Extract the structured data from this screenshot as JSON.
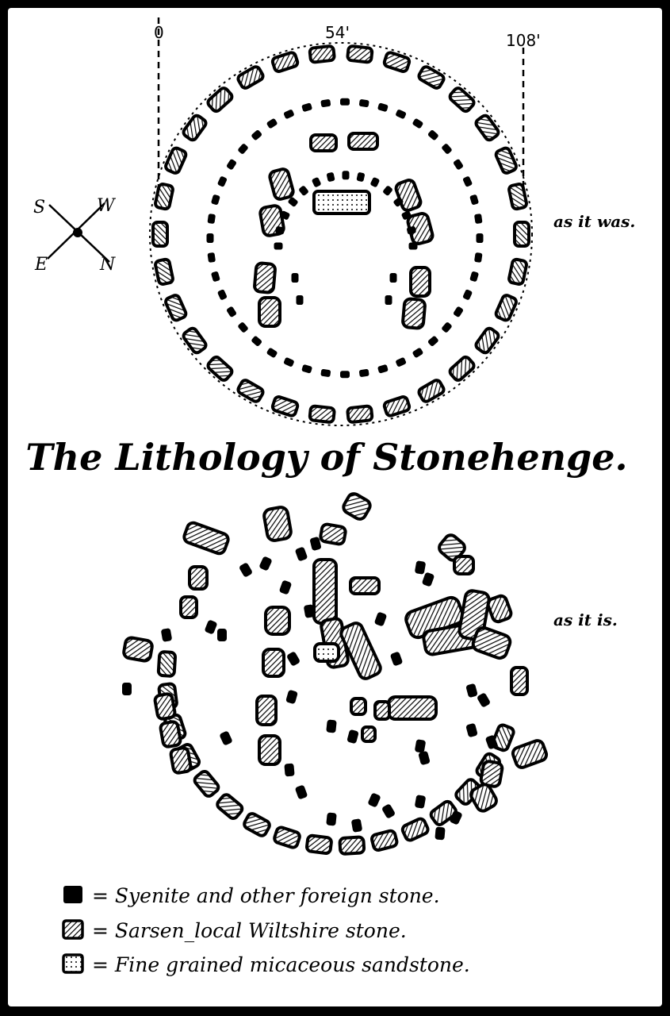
{
  "title": "The Lithology of Stonehenge.",
  "scale": {
    "labels": [
      "0",
      "54'",
      "108'"
    ]
  },
  "plans": {
    "as_it_was": {
      "label": "as it was."
    },
    "as_it_is": {
      "label": "as it is."
    }
  },
  "compass": {
    "north": "N",
    "south": "S",
    "east": "E",
    "west": "W"
  },
  "legend": [
    {
      "symbol": "solid",
      "text": "= Syenite and other foreign stone."
    },
    {
      "symbol": "hatched",
      "text": "= Sarsen_local Wiltshire stone."
    },
    {
      "symbol": "dotted",
      "text": "= Fine grained micaceous sandstone."
    }
  ],
  "colors": {
    "ink": "#000000",
    "paper": "#ffffff",
    "border": "#000000"
  }
}
